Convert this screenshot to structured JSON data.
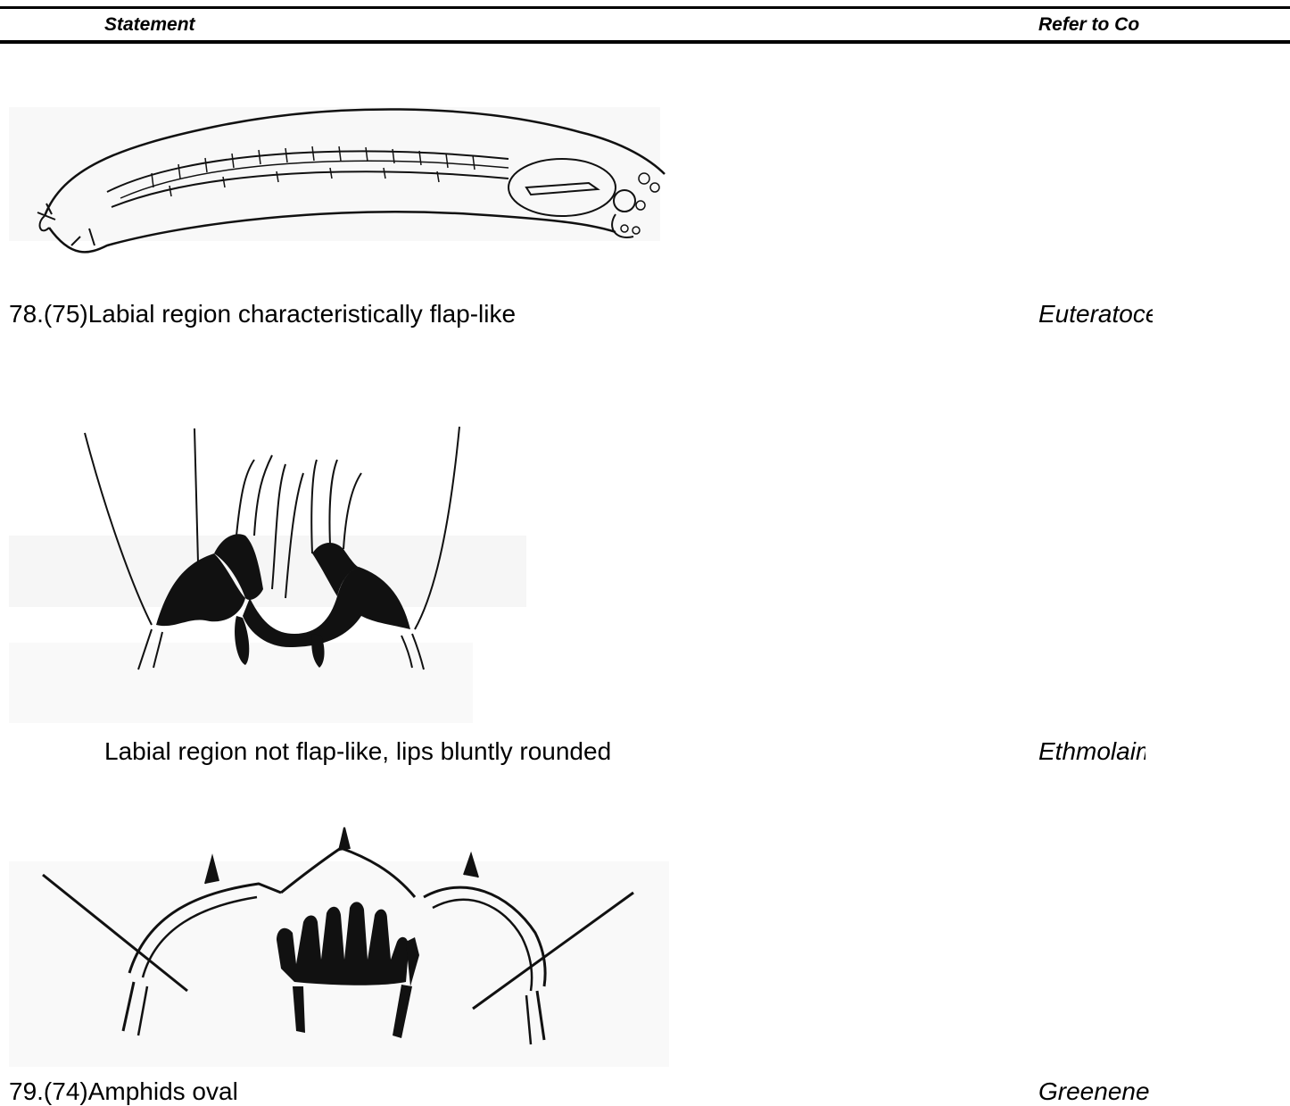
{
  "header": {
    "statement_label": "Statement",
    "refer_label": "Refer to Co"
  },
  "entries": [
    {
      "statement": "78.(75)Labial region characteristically flap-like",
      "refer": "Euteratoce",
      "figure_icon": "nematode-body-anterior-drawing"
    },
    {
      "statement": "Labial region not flap-like, lips bluntly rounded",
      "refer": "Ethmolaim",
      "figure_icon": "labial-region-rounded-lips-drawing"
    },
    {
      "statement": "79.(74)Amphids oval",
      "refer": "Greenene",
      "figure_icon": "amphids-oval-head-drawing"
    }
  ]
}
